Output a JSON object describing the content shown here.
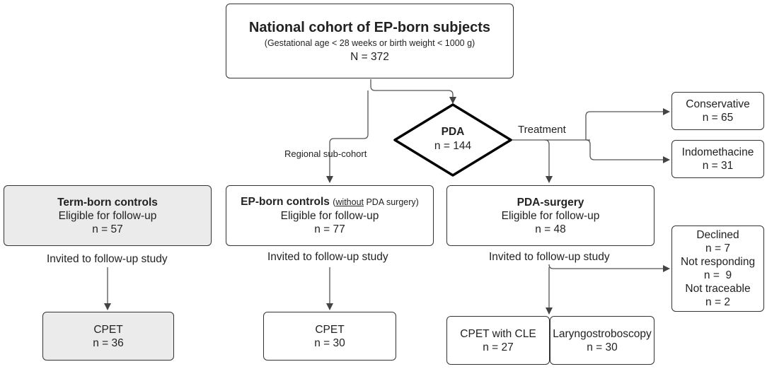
{
  "cohort": {
    "title": "National cohort of EP-born subjects",
    "subtitle": "(Gestational age < 28 weeks or birth weight < 1000 g)",
    "n": "N = 372"
  },
  "pda": {
    "title": "PDA",
    "n": "n = 144"
  },
  "labels": {
    "regional": "Regional sub-cohort",
    "treatment": "Treatment",
    "invited": "Invited to follow-up study"
  },
  "conservative": {
    "title": "Conservative",
    "n": "n = 65"
  },
  "indomethacine": {
    "title": "Indomethacine",
    "n": "n = 31"
  },
  "term_controls": {
    "title": "Term-born controls",
    "eligible": "Eligible for follow-up",
    "n": "n = 57"
  },
  "ep_controls": {
    "title": "EP-born controls",
    "note_open": "(",
    "note_em": "without",
    "note_rest": " PDA surgery)",
    "eligible": "Eligible for follow-up",
    "n": "n = 77"
  },
  "pda_surgery": {
    "title": "PDA-surgery",
    "eligible": "Eligible for follow-up",
    "n": "n = 48"
  },
  "excluded": {
    "declined": "Declined",
    "declined_n": "n = 7",
    "not_responding": "Not responding",
    "not_responding_n": "n =  9",
    "not_traceable": "Not traceable",
    "not_traceable_n": "n = 2"
  },
  "cpet_term": {
    "title": "CPET",
    "n": "n = 36"
  },
  "cpet_ep": {
    "title": "CPET",
    "n": "n = 30"
  },
  "cpet_cle": {
    "title": "CPET with CLE",
    "n": "n = 27"
  },
  "laryngo": {
    "title": "Laryngostroboscopy",
    "n": "n = 30"
  }
}
